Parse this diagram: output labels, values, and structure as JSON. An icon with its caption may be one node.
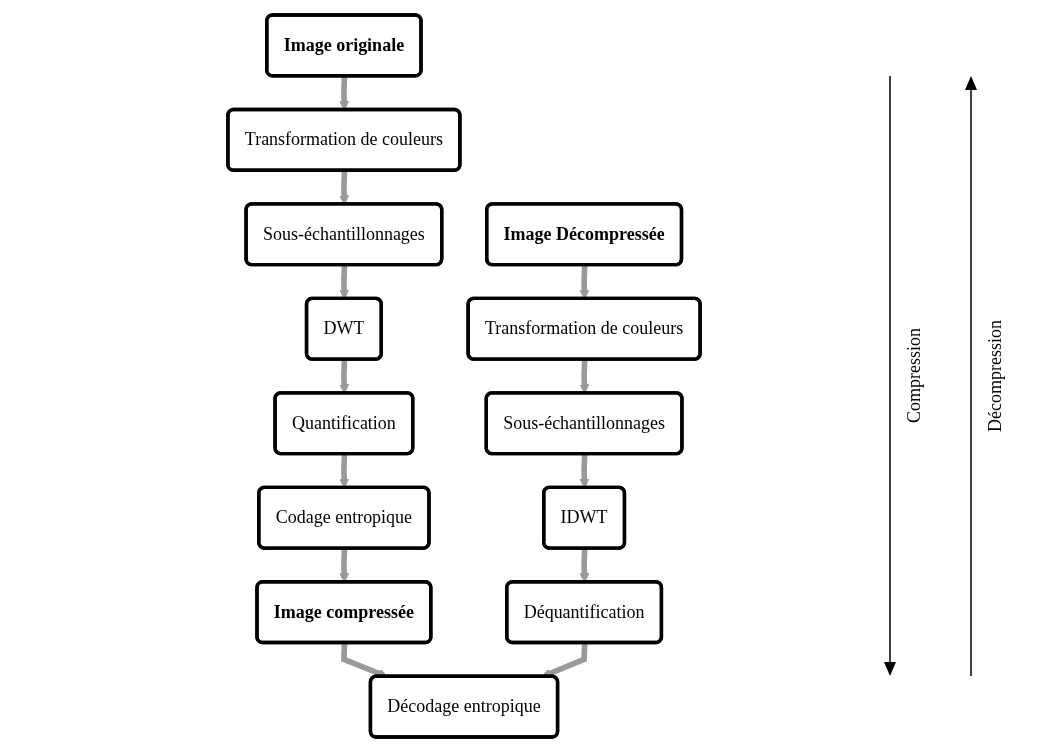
{
  "diagram": {
    "nodes": [
      {
        "text": [
          "Image originale"
        ]
      },
      {
        "text": [
          "Transformation de couleurs"
        ]
      },
      {
        "text": [
          "Sous-échantillonnages"
        ]
      },
      {
        "text": [
          "DWT"
        ]
      },
      {
        "text": [
          "Quantification"
        ]
      },
      {
        "text": [
          "Codage entropique"
        ]
      },
      {
        "text": [
          "Image compressée"
        ]
      },
      {
        "text": [
          "Image Décompressée"
        ]
      },
      {
        "text": [
          "Transformation de couleurs"
        ]
      },
      {
        "text": [
          "Sous-échantillonnages"
        ]
      },
      {
        "text": [
          "IDWT"
        ]
      },
      {
        "text": [
          "Déquantification"
        ]
      },
      {
        "text": [
          "Décodage entropique"
        ]
      }
    ],
    "edges": [
      {
        "from": 0,
        "to": 1,
        "arrow": "to"
      },
      {
        "from": 1,
        "to": 2,
        "arrow": "to"
      },
      {
        "from": 2,
        "to": 3,
        "arrow": "to"
      },
      {
        "from": 3,
        "to": 4,
        "arrow": "to"
      },
      {
        "from": 4,
        "to": 5,
        "arrow": "to"
      },
      {
        "from": 5,
        "to": 6,
        "arrow": "to"
      },
      {
        "from": 6,
        "to": 12,
        "arrow": "to"
      },
      {
        "from": 7,
        "to": 8,
        "arrow": "to"
      },
      {
        "from": 8,
        "to": 9,
        "arrow": "to"
      },
      {
        "from": 9,
        "to": 10,
        "arrow": "to"
      },
      {
        "from": 10,
        "to": 11,
        "arrow": "to"
      },
      {
        "from": 11,
        "to": 12,
        "arrow": "to"
      }
    ],
    "labels": [
      "Compression",
      "Décompression"
    ]
  }
}
